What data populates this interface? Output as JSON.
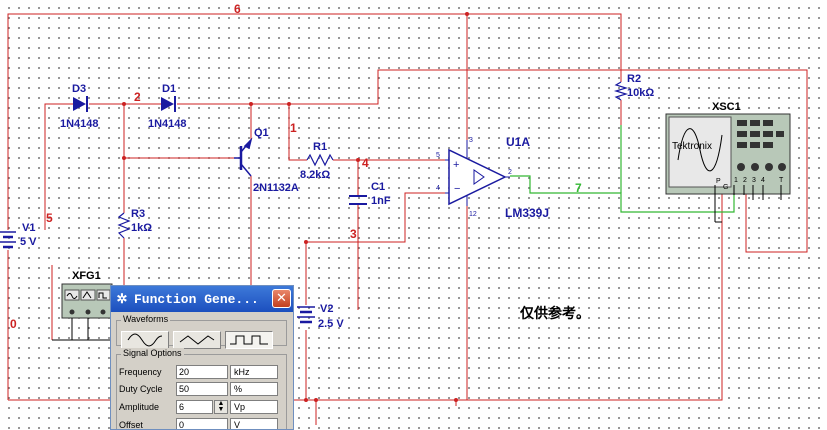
{
  "schematic": {
    "wire_color": "#cc2222",
    "component_color": "#1a1aa0",
    "green_wire_color": "#33b833",
    "nets": [
      "6",
      "2",
      "1",
      "4",
      "5",
      "3",
      "7",
      "0"
    ],
    "components": {
      "D3": {
        "ref": "D3",
        "value": "1N4148"
      },
      "D1": {
        "ref": "D1",
        "value": "1N4148"
      },
      "Q1": {
        "ref": "Q1",
        "value": "2N1132A"
      },
      "R1": {
        "ref": "R1",
        "value": "8.2kΩ"
      },
      "R2": {
        "ref": "R2",
        "value": "10kΩ"
      },
      "R3": {
        "ref": "R3",
        "value": "1kΩ"
      },
      "C1": {
        "ref": "C1",
        "value": "1nF"
      },
      "V1": {
        "ref": "V1",
        "value": "5 V"
      },
      "V2": {
        "ref": "V2",
        "value": "2.5 V"
      },
      "U1A": {
        "ref": "U1A",
        "value": "LM339J",
        "pins": [
          "3",
          "5",
          "4",
          "2",
          "12"
        ]
      },
      "XSC1": {
        "ref": "XSC1",
        "brand": "Tektronix",
        "terminals": [
          "P",
          "G",
          "1",
          "2",
          "3",
          "4",
          "T"
        ]
      },
      "XFG1": {
        "ref": "XFG1"
      }
    },
    "note": "仅供参考。"
  },
  "function_generator": {
    "title": "Function Gene...",
    "waveforms_label": "Waveforms",
    "waveforms": [
      "sine",
      "triangle",
      "square"
    ],
    "selected_waveform": "square",
    "signal_options_label": "Signal Options",
    "options": [
      {
        "label": "Frequency",
        "value": "20",
        "unit": "kHz"
      },
      {
        "label": "Duty Cycle",
        "value": "50",
        "unit": "%"
      },
      {
        "label": "Amplitude",
        "value": "6",
        "unit": "Vp"
      },
      {
        "label": "Offset",
        "value": "0",
        "unit": "V"
      }
    ]
  }
}
